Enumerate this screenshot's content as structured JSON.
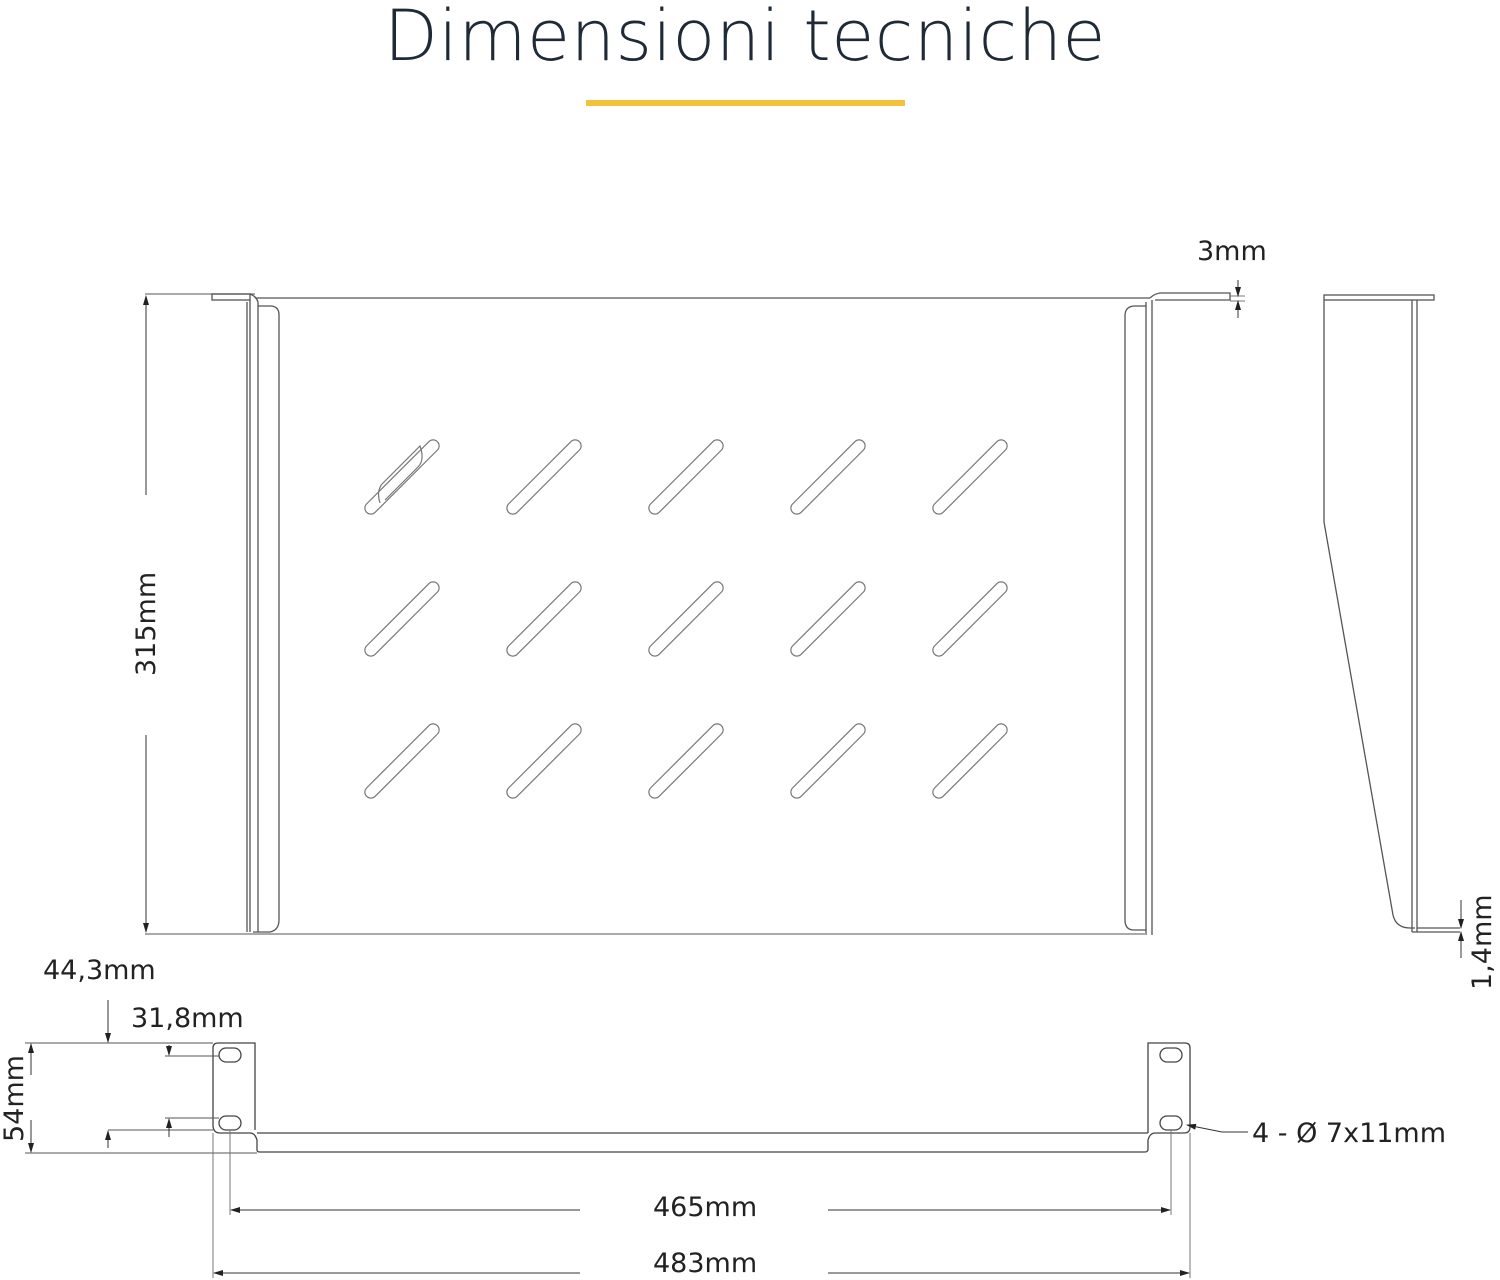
{
  "header": {
    "title": "Dimensioni tecniche",
    "accent_color": "#f2c23a"
  },
  "top_view": {
    "depth_label": "315mm",
    "flange_thickness_label": "3mm",
    "slot_rows": 3,
    "slot_columns": 5
  },
  "side_view": {
    "bottom_thickness_label": "1,4mm"
  },
  "front_view": {
    "height_label": "54mm",
    "hole_spacing_outer_label": "44,3mm",
    "hole_spacing_inner_label": "31,8mm",
    "holes_label": "4 - Ø 7x11mm",
    "hole_center_width_label": "465mm",
    "overall_width_label": "483mm"
  },
  "colors": {
    "line": "#555555",
    "text": "#222222",
    "title": "#1f2a36"
  }
}
